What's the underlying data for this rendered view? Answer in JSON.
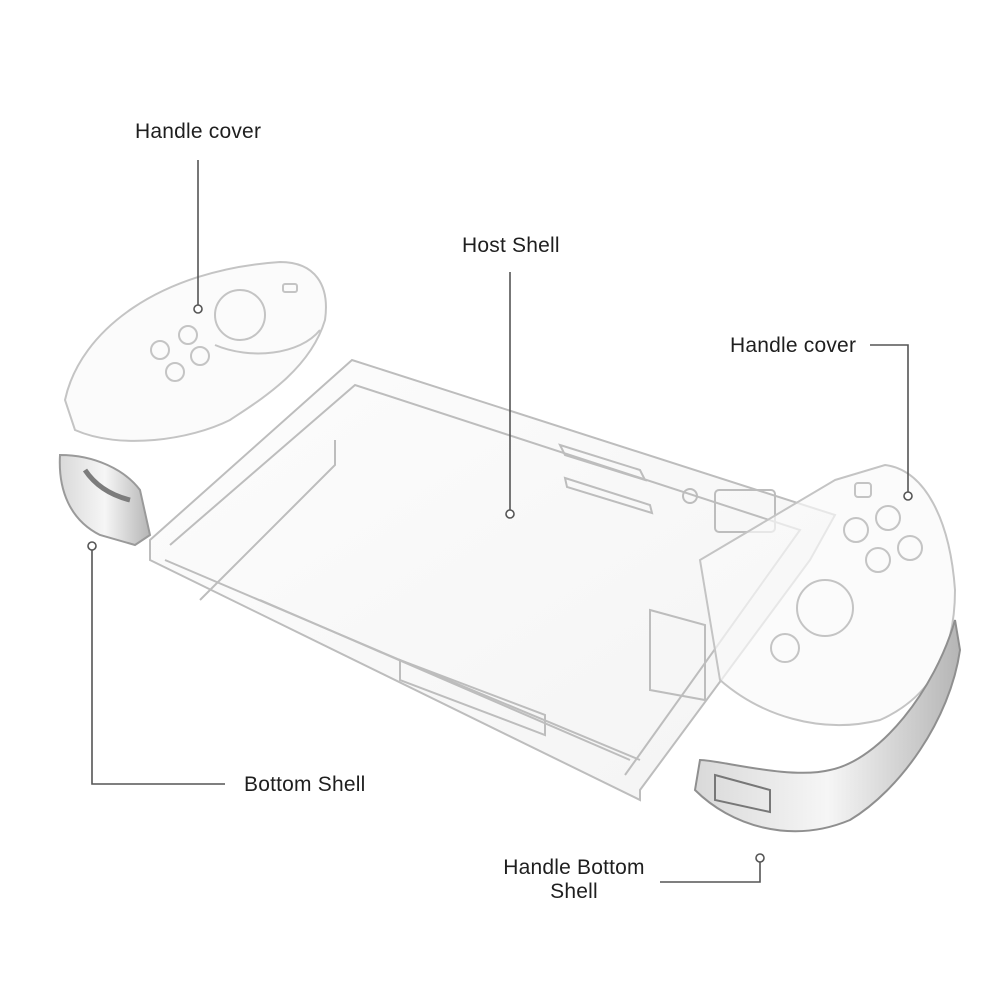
{
  "labels": {
    "handle_cover_left": "Handle cover",
    "host_shell": "Host Shell",
    "handle_cover_right": "Handle cover",
    "bottom_shell": "Bottom Shell",
    "handle_bottom_shell_line1": "Handle Bottom",
    "handle_bottom_shell_line2": "Shell"
  },
  "colors": {
    "leader_line": "#555555",
    "shell_stroke": "#b8b8b8",
    "shell_fill": "#f7f7f7",
    "shell_dark": "#8a8a8a"
  },
  "icons": {
    "leader_end_marker": "hollow-circle"
  }
}
